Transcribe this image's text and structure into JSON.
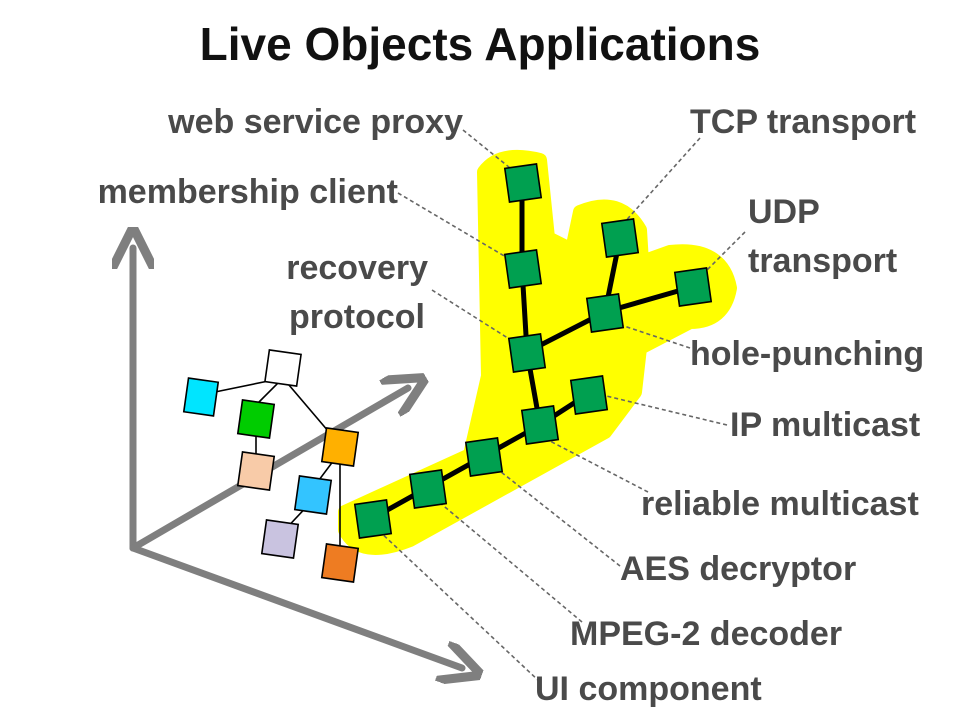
{
  "diagram": {
    "title": "Live Objects Applications",
    "labels": {
      "web_service_proxy": "web service proxy",
      "tcp_transport": "TCP transport",
      "membership_client": "membership client",
      "udp_line1": "UDP",
      "udp_line2": "transport",
      "recovery_line1": "recovery",
      "recovery_line2": "protocol",
      "hole_punching": "hole-punching",
      "ip_multicast": "IP multicast",
      "reliable_multicast": "reliable multicast",
      "aes_decryptor": "AES decryptor",
      "mpeg2_decoder": "MPEG-2 decoder",
      "ui_component": "UI component"
    },
    "colors": {
      "highlight": "#ffff00",
      "green_box": "#00a050",
      "cyan_box": "#00e5ff",
      "bright_green_box": "#00cc00",
      "orange_box": "#ffb000",
      "peach_box": "#f8cba8",
      "blue_box": "#33c4ff",
      "lavender_box": "#c9c3e0",
      "dark_orange_box": "#ee7c22",
      "axis": "#7f7f7f"
    }
  }
}
